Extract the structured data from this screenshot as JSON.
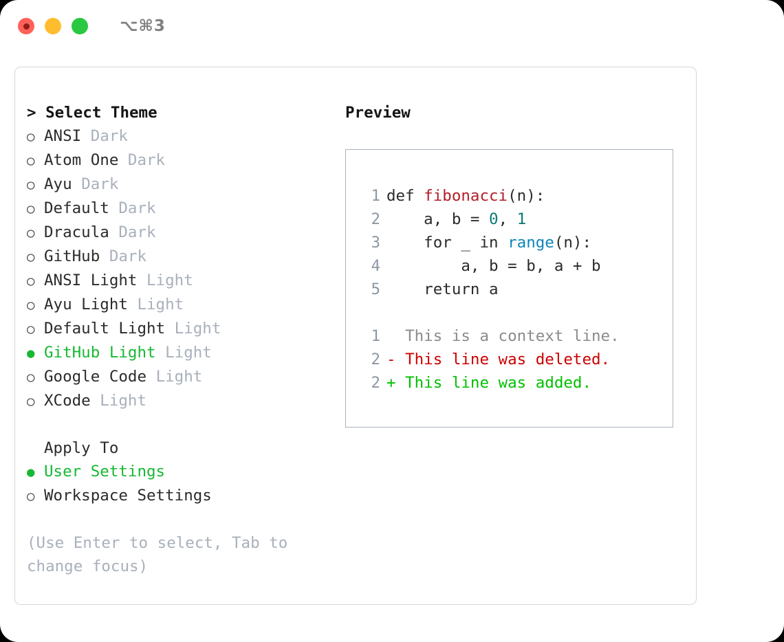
{
  "window": {
    "shortcut": "⌥⌘3",
    "traffic_lights": [
      "close-red",
      "minimize-yellow",
      "maximize-green"
    ]
  },
  "left": {
    "title": "> Select Theme",
    "themes": [
      {
        "bullet": "○",
        "name": "ANSI",
        "variant": "Dark",
        "selected": false
      },
      {
        "bullet": "○",
        "name": "Atom One",
        "variant": "Dark",
        "selected": false
      },
      {
        "bullet": "○",
        "name": "Ayu",
        "variant": "Dark",
        "selected": false
      },
      {
        "bullet": "○",
        "name": "Default",
        "variant": "Dark",
        "selected": false
      },
      {
        "bullet": "○",
        "name": "Dracula",
        "variant": "Dark",
        "selected": false
      },
      {
        "bullet": "○",
        "name": "GitHub",
        "variant": "Dark",
        "selected": false
      },
      {
        "bullet": "○",
        "name": "ANSI Light",
        "variant": "Light",
        "selected": false
      },
      {
        "bullet": "○",
        "name": "Ayu Light",
        "variant": "Light",
        "selected": false
      },
      {
        "bullet": "○",
        "name": "Default Light",
        "variant": "Light",
        "selected": false
      },
      {
        "bullet": "●",
        "name": "GitHub Light",
        "variant": "Light",
        "selected": true
      },
      {
        "bullet": "○",
        "name": "Google Code",
        "variant": "Light",
        "selected": false
      },
      {
        "bullet": "○",
        "name": "XCode",
        "variant": "Light",
        "selected": false
      }
    ],
    "apply_to_label": "Apply To",
    "apply_to_options": [
      {
        "bullet": "●",
        "name": "User Settings",
        "selected": true
      },
      {
        "bullet": "○",
        "name": "Workspace Settings",
        "selected": false
      }
    ],
    "hint": "(Use Enter to select, Tab to change focus)"
  },
  "right": {
    "preview_label": "Preview",
    "code_lines": [
      {
        "no": "1",
        "parts": [
          {
            "t": "def ",
            "c": "plain"
          },
          {
            "t": "fibonacci",
            "c": "fn"
          },
          {
            "t": "(n):",
            "c": "plain"
          }
        ]
      },
      {
        "no": "2",
        "parts": [
          {
            "t": "    a, b = ",
            "c": "plain"
          },
          {
            "t": "0",
            "c": "num"
          },
          {
            "t": ", ",
            "c": "plain"
          },
          {
            "t": "1",
            "c": "num"
          }
        ]
      },
      {
        "no": "3",
        "parts": [
          {
            "t": "    for _ in ",
            "c": "plain"
          },
          {
            "t": "range",
            "c": "blue"
          },
          {
            "t": "(n):",
            "c": "plain"
          }
        ]
      },
      {
        "no": "4",
        "parts": [
          {
            "t": "        a, b = b, a + b",
            "c": "plain"
          }
        ]
      },
      {
        "no": "5",
        "parts": [
          {
            "t": "    return a",
            "c": "plain"
          }
        ]
      }
    ],
    "diff_lines": [
      {
        "no": "1",
        "text": "  This is a context line.",
        "kind": "ctx"
      },
      {
        "no": "2",
        "text": "- This line was deleted.",
        "kind": "del"
      },
      {
        "no": "2",
        "text": "+ This line was added.",
        "kind": "add"
      }
    ]
  },
  "colors": {
    "selected_green": "#17b832",
    "variant_gray": "#a8b0bb",
    "lineno_gray": "#8d97a3",
    "fn_red": "#b31d28",
    "num_teal": "#0b7a75",
    "kw_blue": "#0f86b8",
    "diff_add": "#00c000",
    "diff_del": "#cc0000",
    "diff_ctx": "#8b8b8b"
  }
}
